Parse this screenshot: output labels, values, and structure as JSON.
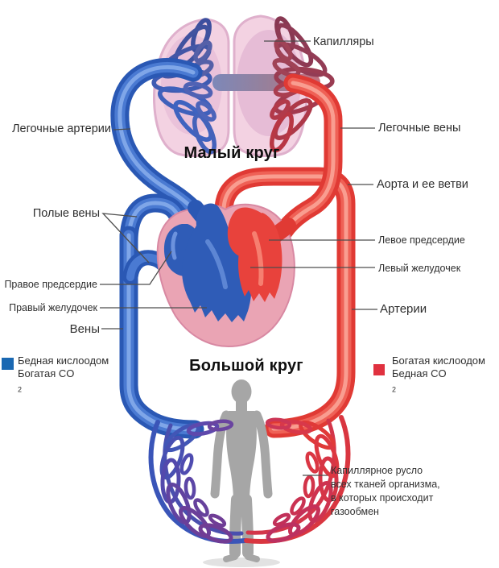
{
  "headings": {
    "small_circle": "Малый круг",
    "big_circle": "Большой круг"
  },
  "labels": {
    "capillaries": "Капилляры",
    "pulmonary_arteries": "Легочные артерии",
    "pulmonary_veins": "Легочные вены",
    "aorta": "Аорта и ее ветви",
    "vena_cava": "Полые вены",
    "left_atrium": "Левое предсердие",
    "left_ventricle": "Левый желудочек",
    "right_atrium": "Правое предсердие",
    "right_ventricle": "Правый желудочек",
    "veins": "Вены",
    "arteries": "Артерии",
    "capillary_bed_line1": "Капиллярное русло",
    "capillary_bed_line2": "всех тканей организма,",
    "capillary_bed_line3": "в которых происходит",
    "capillary_bed_line4": "газообмен"
  },
  "legend": {
    "oxygen_poor": {
      "line1": "Бедная кислоодом",
      "line2": "Богатая CO",
      "line2_sub": "2",
      "swatch_color": "#1a68b2"
    },
    "oxygen_rich": {
      "line1": "Богатая кислоодом",
      "line2": "Бедная CO",
      "line2_sub": "2",
      "swatch_color": "#e0313f"
    }
  },
  "colors": {
    "venous_blood": "#2a58b4",
    "arterial_blood": "#e03a34",
    "heart_muscle": "#eaa4b4",
    "lung_tissue": "#f3d2e2",
    "body_silhouette": "#a6a6a6",
    "label_text": "#2f2f2f",
    "leader_line": "#4d4d4d"
  }
}
